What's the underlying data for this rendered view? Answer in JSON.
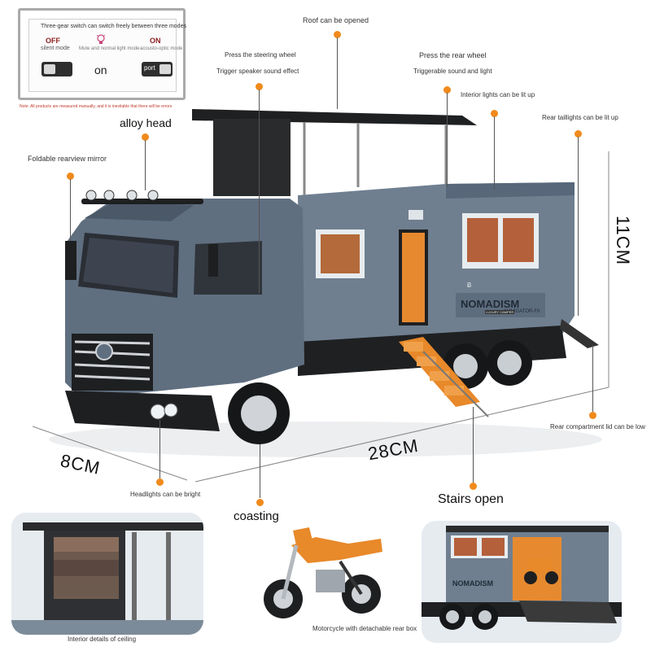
{
  "mode_panel": {
    "header": "Three-gear switch can switch freely between three modes",
    "off_label": "OFF",
    "off_sub": "silent mode",
    "mid_sub": "Mute and normal light mode",
    "on_label": "ON",
    "on_sub": "acousto-optic mode",
    "on_text": "on",
    "switch_right_label": "port",
    "note": "Note: All products are measured manually, and it is inevitable that there will be errors"
  },
  "callouts": {
    "roof": "Roof can be opened",
    "steering": "Press the steering wheel",
    "trigger_speaker": "Trigger speaker sound effect",
    "rear_wheel": "Press the rear wheel",
    "triggerable": "Triggerable sound and light",
    "interior_lights": "Interior lights can be lit up",
    "rear_taillights": "Rear taillights can be lit up",
    "alloy_head": "alloy head",
    "mirror": "Foldable rearview mirror",
    "rear_lid": "Rear compartment lid can be low",
    "headlights": "Headlights can be bright",
    "coasting": "coasting",
    "stairs": "Stairs open"
  },
  "dimensions": {
    "height": "11CM",
    "width": "8CM",
    "length": "28CM"
  },
  "truck": {
    "brand": "NOMADISM",
    "model": "NAVIGATOR-FII",
    "badge": "LUXURY CAMPER",
    "cab_badge": "Ƀ"
  },
  "thumbs": {
    "ceiling": "Interior details of ceiling",
    "motorcycle": "Motorcycle with detachable rear box",
    "rear_brand": "NOMADISM"
  },
  "colors": {
    "accent": "#f08a1c",
    "body": "#6b7b8c",
    "cab_dark": "#1e1f21",
    "stairs": "#e8892a"
  }
}
